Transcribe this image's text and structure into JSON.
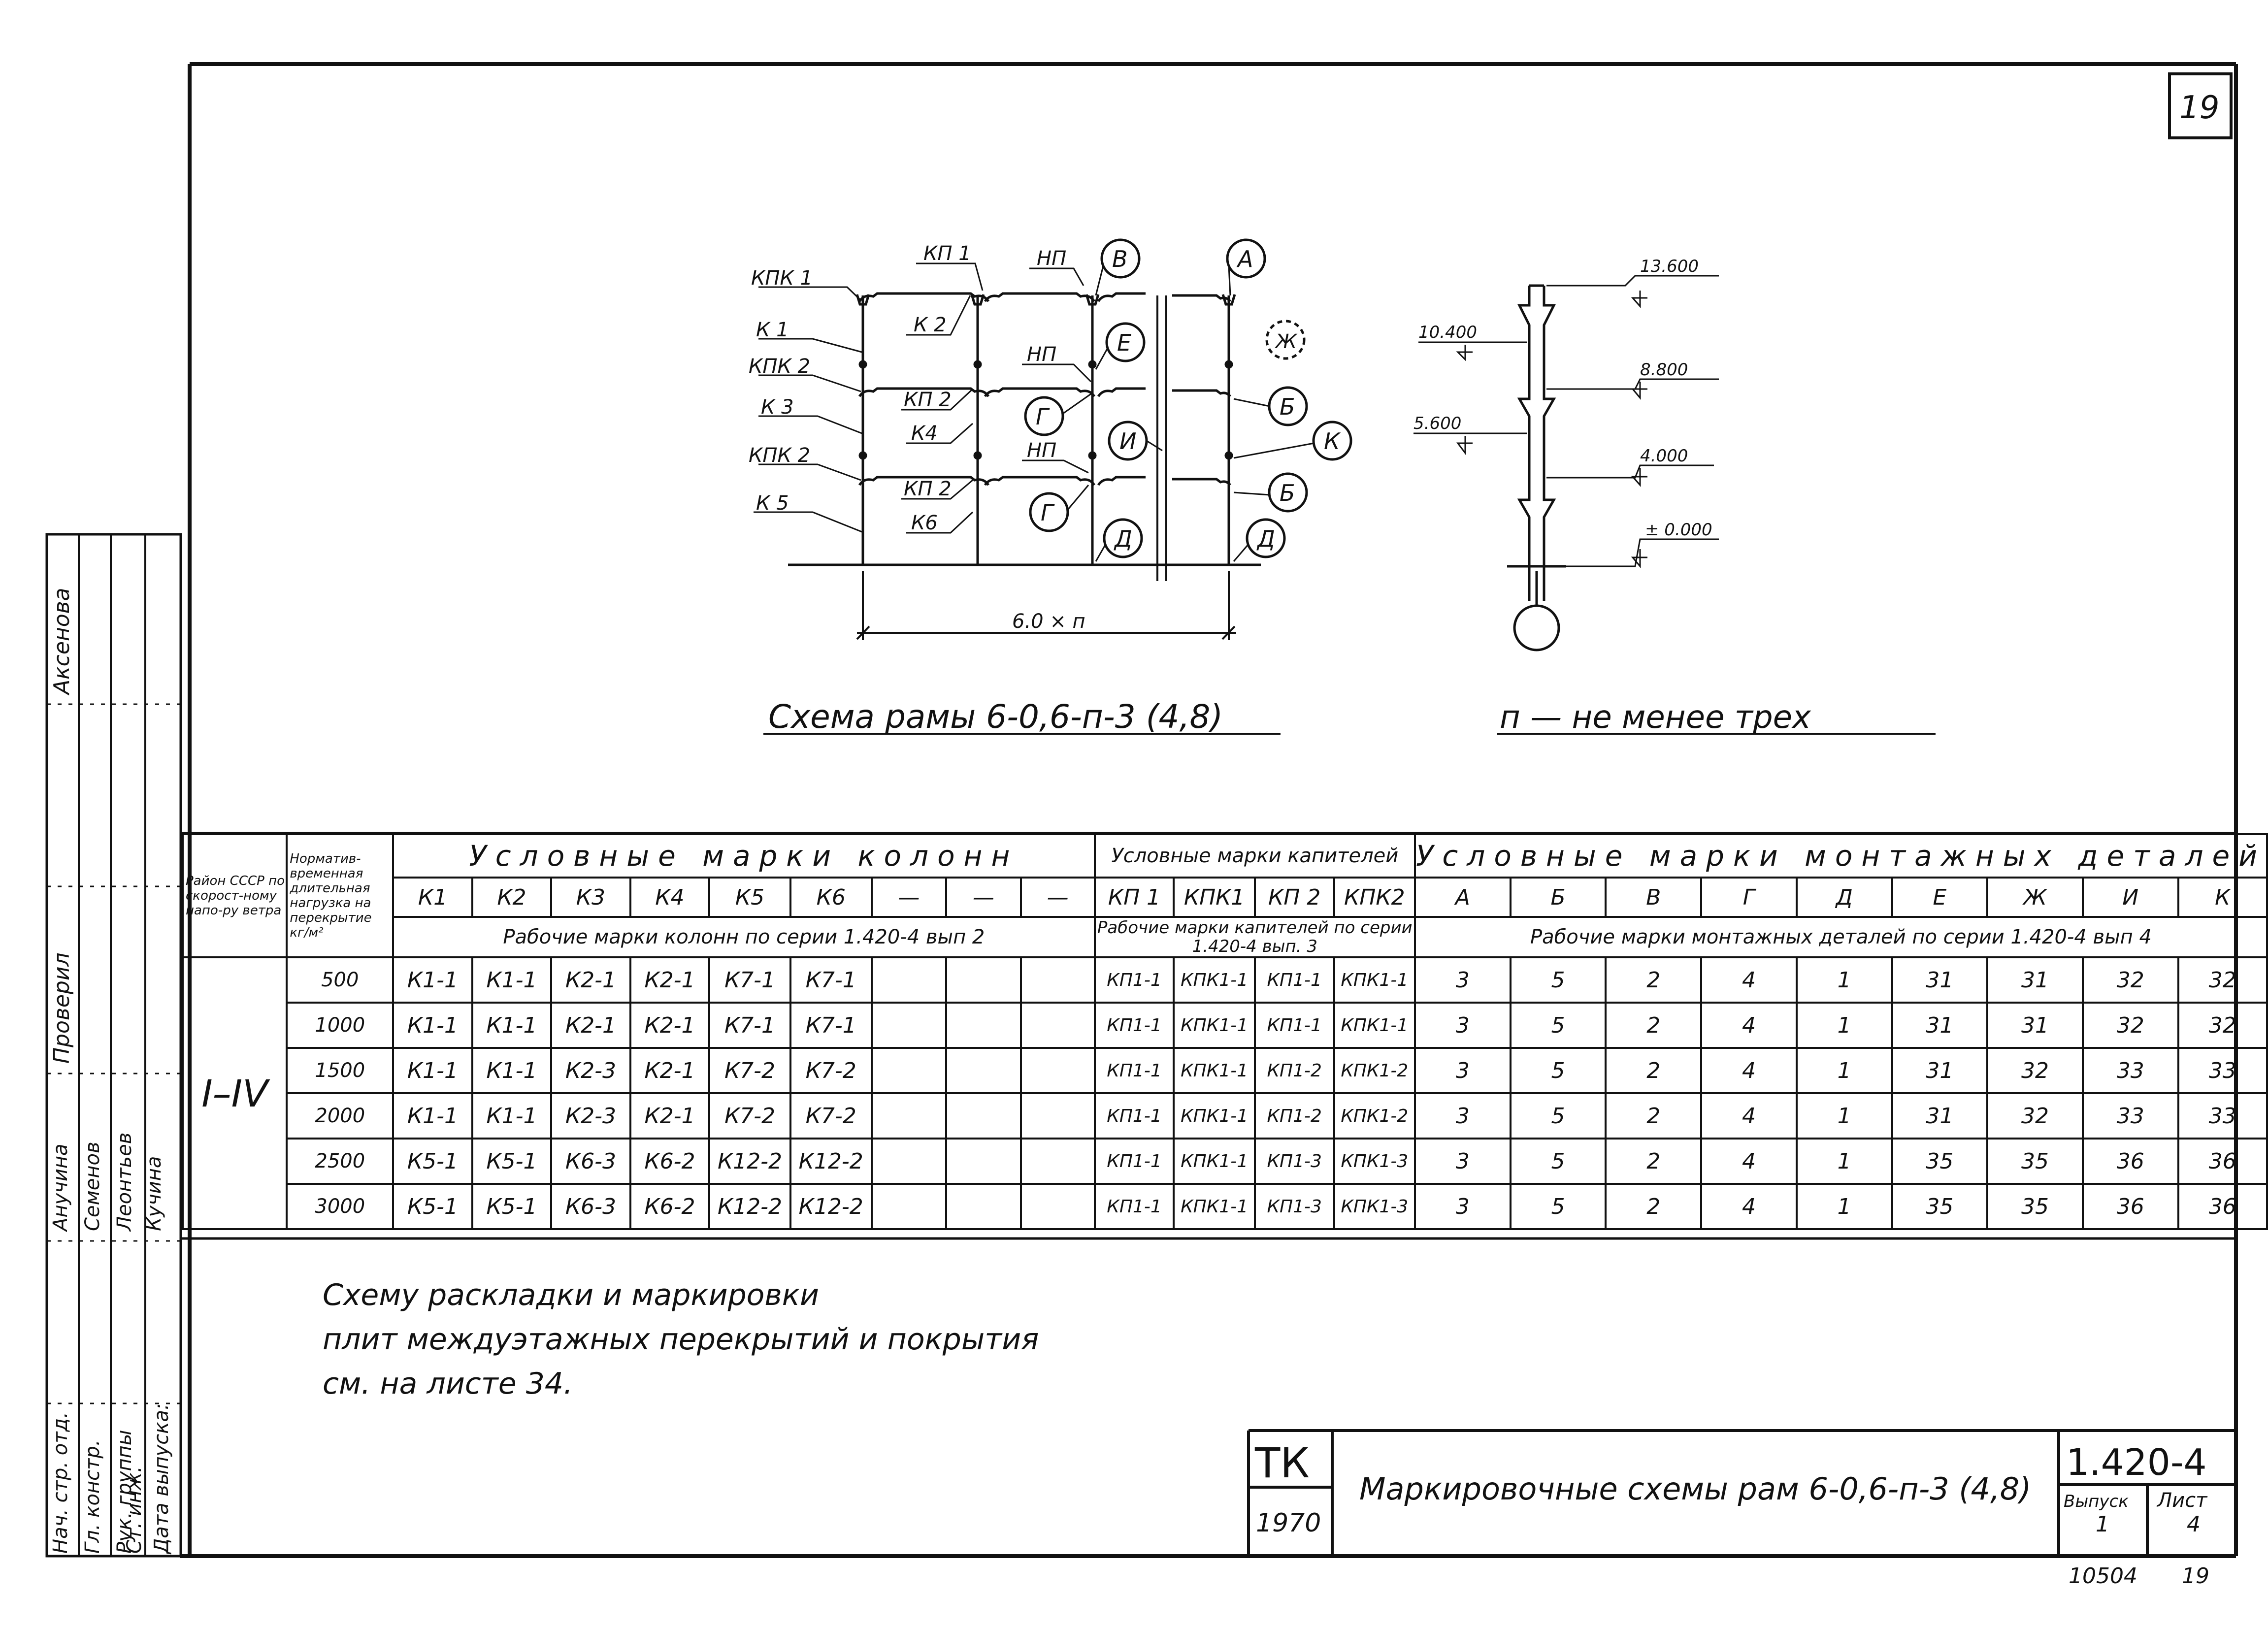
{
  "sheet_number": "19",
  "frame": {
    "members": {
      "kpk1": "КПК 1",
      "k1": "К 1",
      "kpk2_a": "КПК 2",
      "k3": "К 3",
      "kpk2_b": "КПК 2",
      "k5": "К 5",
      "kp1": "КП 1",
      "np_top": "НП",
      "k2": "К 2",
      "np_mid": "НП",
      "kp2_a": "КП 2",
      "k4": "К4",
      "np_low": "НП",
      "kp2_b": "КП 2",
      "k6": "К6"
    },
    "bubbles": {
      "v": "В",
      "a": "А",
      "e": "Е",
      "zh": "Ж",
      "g1": "Г",
      "i": "И",
      "b1": "Б",
      "k": "К",
      "g2": "Г",
      "d1": "Д",
      "b2": "Б",
      "d2": "Д"
    },
    "span": "6.0 × п",
    "caption": "Схема рамы 6-0,6-п-3 (4,8)"
  },
  "elevation": {
    "levels": [
      "13.600",
      "10.400",
      "8.800",
      "5.600",
      "4.000",
      "± 0.000"
    ],
    "caption": "п — не менее трех"
  },
  "table": {
    "col1_header": "Район СССР по скорост-ному напо-ру ветра",
    "col2_header": "Норматив-временная длительная нагрузка на перекрытие кг/м²",
    "group_columns": "Условные марки колонн",
    "group_capitals": "Условные марки капителей",
    "group_details": "Условные марки монтажных деталей",
    "column_marks": [
      "К1",
      "К2",
      "К3",
      "К4",
      "К5",
      "К6",
      "—",
      "—",
      "—"
    ],
    "capital_marks": [
      "КП 1",
      "КПК1",
      "КП 2",
      "КПК2"
    ],
    "detail_marks": [
      "А",
      "Б",
      "В",
      "Г",
      "Д",
      "Е",
      "Ж",
      "И",
      "К"
    ],
    "working_columns": "Рабочие марки колонн по серии 1.420-4 вып 2",
    "working_capitals": "Рабочие марки капителей по серии 1.420-4 вып. 3",
    "working_details": "Рабочие марки монтажных деталей по серии 1.420-4 вып 4",
    "region": "I–IV",
    "rows": [
      {
        "load": "500",
        "cols": [
          "К1-1",
          "К1-1",
          "К2-1",
          "К2-1",
          "К7-1",
          "К7-1",
          "",
          "",
          ""
        ],
        "caps": [
          "КП1-1",
          "КПК1-1",
          "КП1-1",
          "КПК1-1"
        ],
        "details": [
          "3",
          "5",
          "2",
          "4",
          "1",
          "31",
          "31",
          "32",
          "32"
        ]
      },
      {
        "load": "1000",
        "cols": [
          "К1-1",
          "К1-1",
          "К2-1",
          "К2-1",
          "К7-1",
          "К7-1",
          "",
          "",
          ""
        ],
        "caps": [
          "КП1-1",
          "КПК1-1",
          "КП1-1",
          "КПК1-1"
        ],
        "details": [
          "3",
          "5",
          "2",
          "4",
          "1",
          "31",
          "31",
          "32",
          "32"
        ]
      },
      {
        "load": "1500",
        "cols": [
          "К1-1",
          "К1-1",
          "К2-3",
          "К2-1",
          "К7-2",
          "К7-2",
          "",
          "",
          ""
        ],
        "caps": [
          "КП1-1",
          "КПК1-1",
          "КП1-2",
          "КПК1-2"
        ],
        "details": [
          "3",
          "5",
          "2",
          "4",
          "1",
          "31",
          "32",
          "33",
          "33"
        ]
      },
      {
        "load": "2000",
        "cols": [
          "К1-1",
          "К1-1",
          "К2-3",
          "К2-1",
          "К7-2",
          "К7-2",
          "",
          "",
          ""
        ],
        "caps": [
          "КП1-1",
          "КПК1-1",
          "КП1-2",
          "КПК1-2"
        ],
        "details": [
          "3",
          "5",
          "2",
          "4",
          "1",
          "31",
          "32",
          "33",
          "33"
        ]
      },
      {
        "load": "2500",
        "cols": [
          "К5-1",
          "К5-1",
          "К6-3",
          "К6-2",
          "К12-2",
          "К12-2",
          "",
          "",
          ""
        ],
        "caps": [
          "КП1-1",
          "КПК1-1",
          "КП1-3",
          "КПК1-3"
        ],
        "details": [
          "3",
          "5",
          "2",
          "4",
          "1",
          "35",
          "35",
          "36",
          "36"
        ]
      },
      {
        "load": "3000",
        "cols": [
          "К5-1",
          "К5-1",
          "К6-3",
          "К6-2",
          "К12-2",
          "К12-2",
          "",
          "",
          ""
        ],
        "caps": [
          "КП1-1",
          "КПК1-1",
          "КП1-3",
          "КПК1-3"
        ],
        "details": [
          "3",
          "5",
          "2",
          "4",
          "1",
          "35",
          "35",
          "36",
          "36"
        ]
      }
    ]
  },
  "note": {
    "line1": "Схему раскладки и маркировки",
    "line2": "плит междуэтажных перекрытий и покрытия",
    "line3": "см. на листе 34."
  },
  "title_block": {
    "org": "ТК",
    "year": "1970",
    "title": "Маркировочные схемы рам 6-0,6-п-3 (4,8)",
    "series": "1.420-4",
    "issue_label": "Выпуск",
    "issue_value": "1",
    "sheet_label": "Лист",
    "sheet_value": "4"
  },
  "side_stamp": {
    "roles": [
      "Нач. стр. отд.",
      "Гл. констр.",
      "Рук. группы",
      "Ст. инж.",
      "Дата выпуска:"
    ],
    "names": [
      "Анучина",
      "Семенов",
      "Леонтьев",
      "Кучина"
    ],
    "check": [
      "Проверил",
      "Аксенова"
    ]
  },
  "footer": {
    "archive": "10504",
    "page": "19"
  }
}
